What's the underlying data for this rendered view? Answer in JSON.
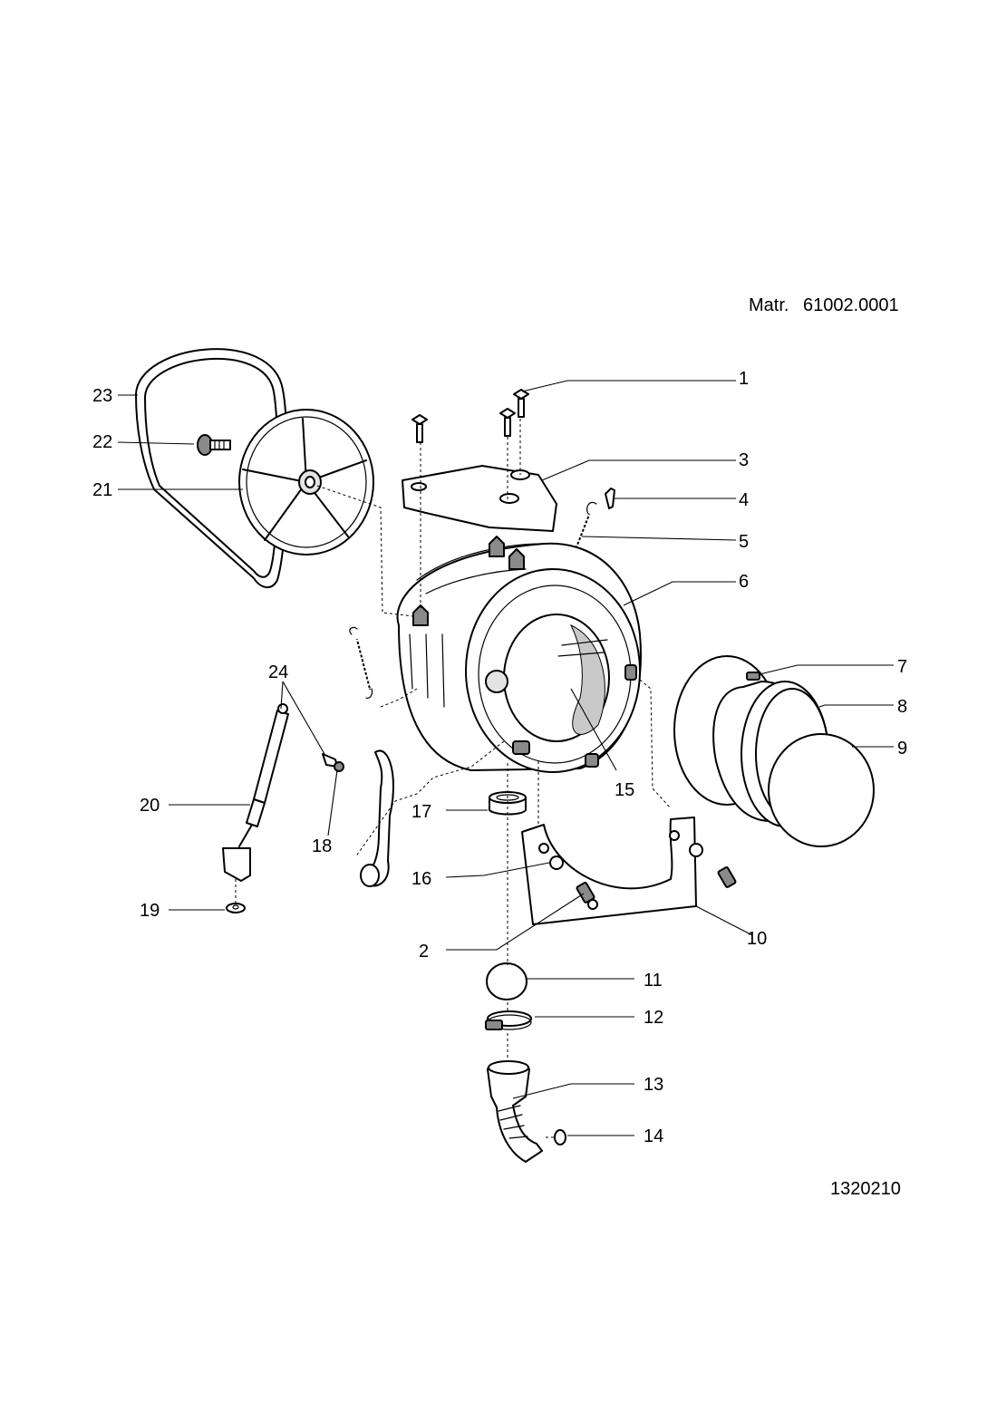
{
  "header": {
    "material_prefix": "Matr.",
    "material_number": "61002.0001"
  },
  "drawing_number": "1320210",
  "callouts": [
    "1",
    "2",
    "3",
    "4",
    "5",
    "6",
    "7",
    "8",
    "9",
    "10",
    "11",
    "12",
    "13",
    "14",
    "15",
    "16",
    "17",
    "18",
    "19",
    "20",
    "21",
    "22",
    "23",
    "24"
  ]
}
